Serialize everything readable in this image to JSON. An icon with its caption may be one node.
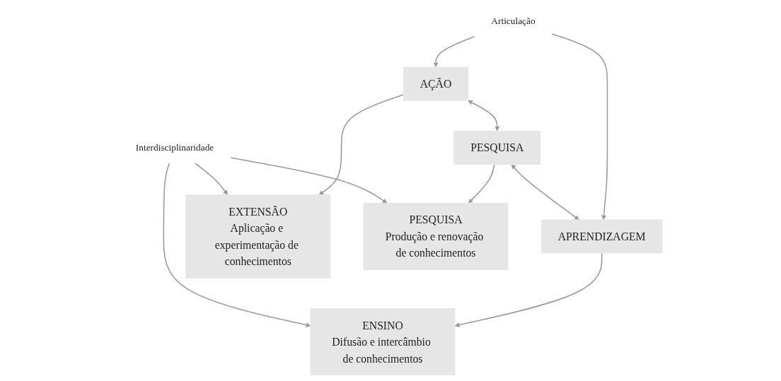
{
  "diagram": {
    "nodes": [
      {
        "text": [
          "AÇÃO"
        ]
      },
      {
        "text": [
          "PESQUISA"
        ]
      },
      {
        "text": [
          "APRENDIZAGEM"
        ]
      },
      {
        "text": [
          "EXTENSÃO",
          "Aplicação e experimentação de conhecimentos"
        ]
      },
      {
        "text": [
          "PESQUISA",
          "Produção e renovação de conhecimentos"
        ]
      },
      {
        "text": [
          "ENSINO",
          "Difusão e intercâmbio de conhecimentos"
        ]
      },
      {
        "text": [
          "Articulação"
        ]
      },
      {
        "text": [
          "Interdisciplinaridade"
        ]
      }
    ],
    "edges": [
      {
        "from": 6,
        "to": 0,
        "arrow": "to"
      },
      {
        "from": 6,
        "to": 2,
        "arrow": "to"
      },
      {
        "from": 0,
        "to": 1,
        "arrow": "both"
      },
      {
        "from": 1,
        "to": 2,
        "arrow": "both"
      },
      {
        "from": 0,
        "to": 3,
        "arrow": "to"
      },
      {
        "from": 1,
        "to": 4,
        "arrow": "to"
      },
      {
        "from": 2,
        "to": 5,
        "arrow": "to"
      },
      {
        "from": 7,
        "to": 3,
        "arrow": "to"
      },
      {
        "from": 7,
        "to": 4,
        "arrow": "to"
      },
      {
        "from": 7,
        "to": 5,
        "arrow": "to"
      }
    ]
  }
}
